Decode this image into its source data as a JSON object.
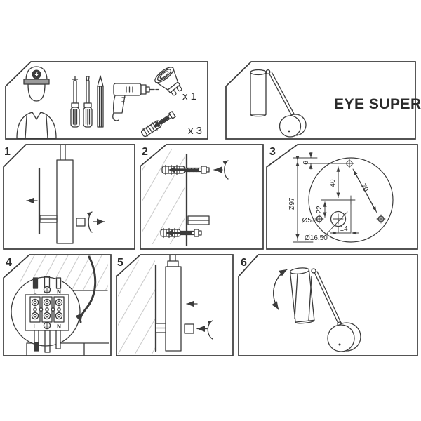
{
  "product": {
    "name": "EYE SUPER"
  },
  "supplies": {
    "bulb_qty": "x 1",
    "anchor_qty": "x 3"
  },
  "steps": {
    "n1": "1",
    "n2": "2",
    "n3": "3",
    "n4": "4",
    "n5": "5",
    "n6": "6"
  },
  "dims": {
    "outer_diameter": "Ø97",
    "edge_offset": "6",
    "hole_to_center": "40",
    "hole_spacing": "70",
    "center_to_hole": "22",
    "screw_hole": "Ø5",
    "horizontal_offset": "14",
    "cable_hole": "Ø16,50"
  },
  "wiring": {
    "top_live": "L",
    "top_neutral": "N",
    "bottom_live": "L",
    "bottom_neutral": "N"
  },
  "colors": {
    "line": "#3b3b3b",
    "hatch": "#cccccc",
    "band": "#9b9b9b",
    "background": "#ffffff"
  }
}
